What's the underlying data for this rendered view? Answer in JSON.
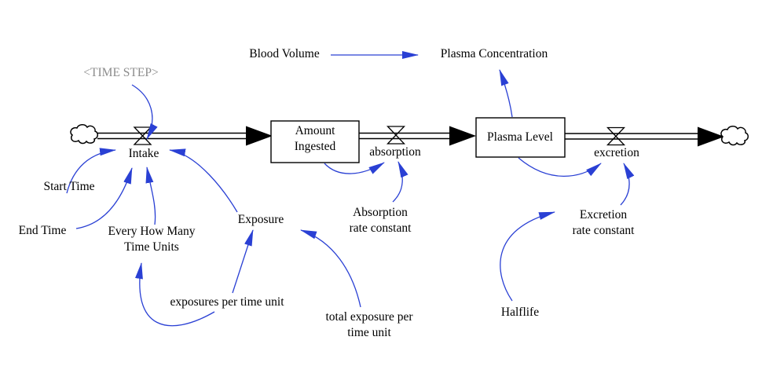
{
  "diagram": {
    "tool_type": "stock-and-flow-diagram",
    "colors": {
      "connector_blue": "#2a40d4",
      "shadow_variable_gray": "#8c8c8c",
      "flow_ink": "#000000",
      "background": "#ffffff"
    },
    "shadow_variables": {
      "time_step": "<TIME STEP>"
    },
    "stocks": {
      "amount_ingested": {
        "line1": "Amount",
        "line2": "Ingested"
      },
      "plasma_level": "Plasma Level"
    },
    "flows": {
      "intake": "Intake",
      "absorption": "absorption",
      "excretion": "excretion"
    },
    "auxiliaries": {
      "blood_volume": "Blood Volume",
      "plasma_concentration": "Plasma Concentration",
      "start_time": "Start Time",
      "end_time": "End Time",
      "every_how_many": {
        "line1": "Every How Many",
        "line2": "Time Units"
      },
      "exposure": "Exposure",
      "exposures_per_time_unit": "exposures per time unit",
      "total_exposure": {
        "line1": "total exposure per",
        "line2": "time unit"
      },
      "absorption_rate": {
        "line1": "Absorption",
        "line2": "rate constant"
      },
      "excretion_rate": {
        "line1": "Excretion",
        "line2": "rate constant"
      },
      "halflife": "Halflife"
    }
  }
}
